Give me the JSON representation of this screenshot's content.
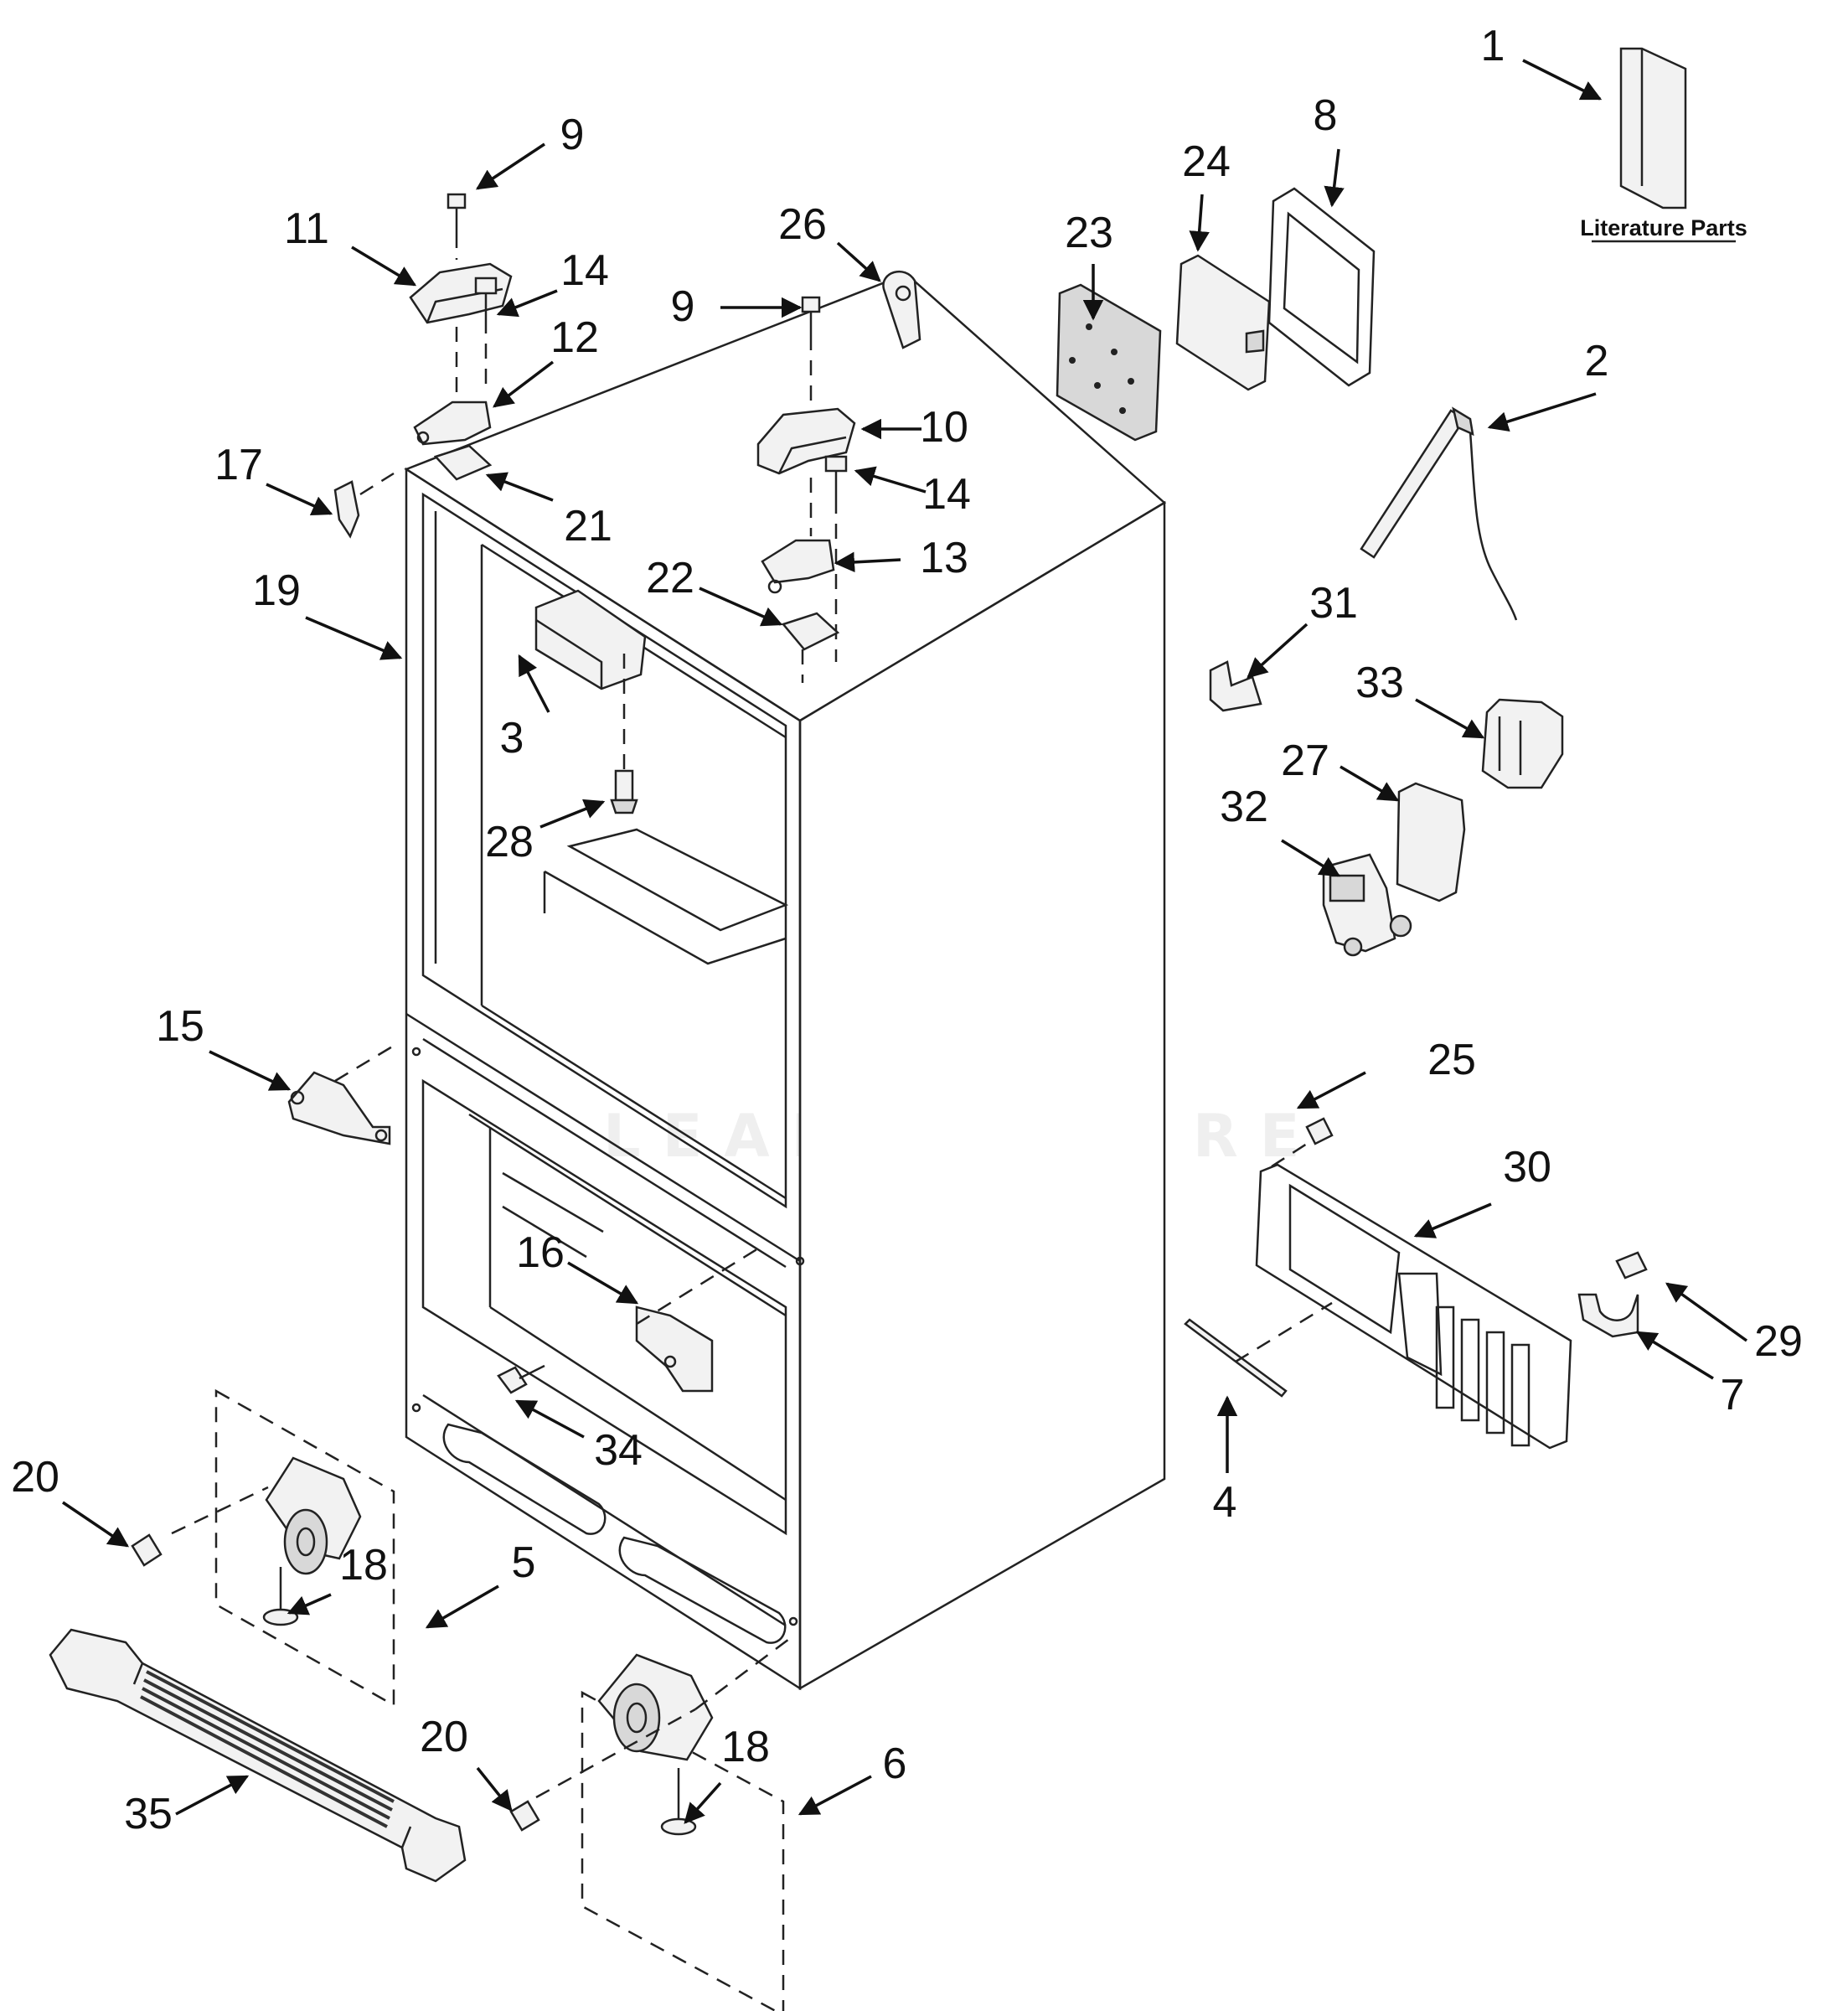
{
  "diagram": {
    "literature_caption": "Literature Parts",
    "watermark": "LEADVENTURE",
    "callouts": {
      "c1": "1",
      "c2": "2",
      "c3": "3",
      "c4": "4",
      "c5": "5",
      "c6": "6",
      "c7": "7",
      "c8": "8",
      "c9a": "9",
      "c9b": "9",
      "c10": "10",
      "c11": "11",
      "c12": "12",
      "c13": "13",
      "c14a": "14",
      "c14b": "14",
      "c15": "15",
      "c16": "16",
      "c17": "17",
      "c18a": "18",
      "c18b": "18",
      "c19": "19",
      "c20a": "20",
      "c20b": "20",
      "c21": "21",
      "c22": "22",
      "c23": "23",
      "c24": "24",
      "c25": "25",
      "c26": "26",
      "c27": "27",
      "c28": "28",
      "c29": "29",
      "c30": "30",
      "c31": "31",
      "c32": "32",
      "c33": "33",
      "c34": "34",
      "c35": "35"
    }
  }
}
